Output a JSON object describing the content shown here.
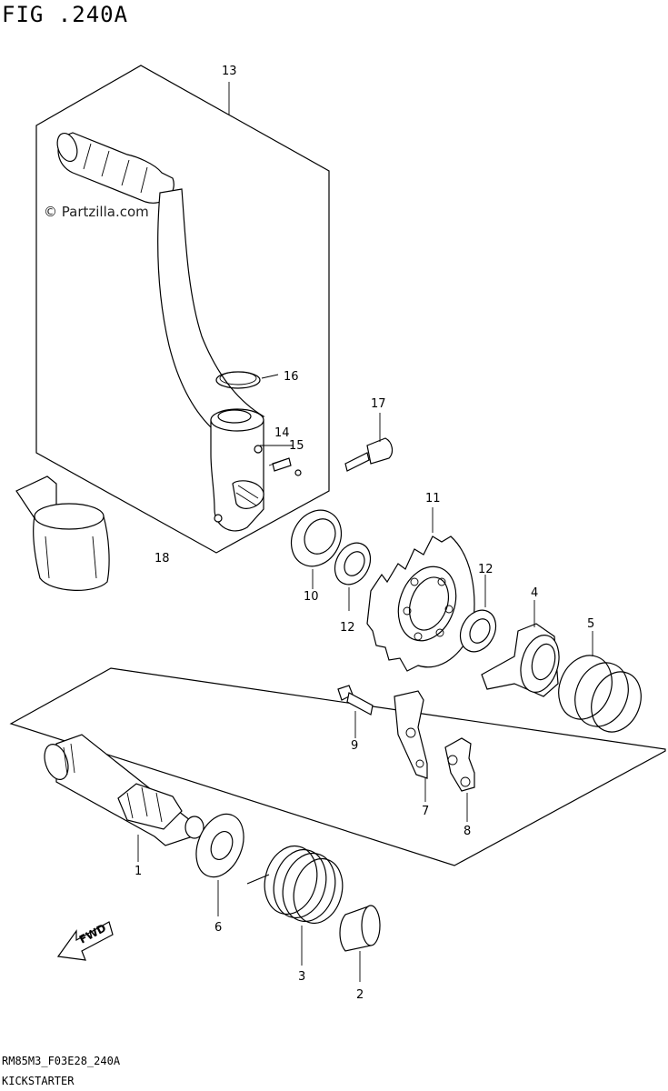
{
  "figure": {
    "title": "FIG .240A",
    "watermark": "© Partzilla.com",
    "footer_code": "RM85M3_F03E28_240A",
    "footer_name": "KICKSTARTER",
    "fwd_label": "FWD"
  },
  "callouts": [
    {
      "id": "c1",
      "label": "1"
    },
    {
      "id": "c2",
      "label": "2"
    },
    {
      "id": "c3",
      "label": "3"
    },
    {
      "id": "c4",
      "label": "4"
    },
    {
      "id": "c5",
      "label": "5"
    },
    {
      "id": "c6",
      "label": "6"
    },
    {
      "id": "c7",
      "label": "7"
    },
    {
      "id": "c8",
      "label": "8"
    },
    {
      "id": "c9",
      "label": "9"
    },
    {
      "id": "c10",
      "label": "10"
    },
    {
      "id": "c11",
      "label": "11"
    },
    {
      "id": "c12a",
      "label": "12"
    },
    {
      "id": "c12b",
      "label": "12"
    },
    {
      "id": "c13",
      "label": "13"
    },
    {
      "id": "c14",
      "label": "14"
    },
    {
      "id": "c15",
      "label": "15"
    },
    {
      "id": "c16",
      "label": "16"
    },
    {
      "id": "c17",
      "label": "17"
    },
    {
      "id": "c18",
      "label": "18"
    }
  ]
}
